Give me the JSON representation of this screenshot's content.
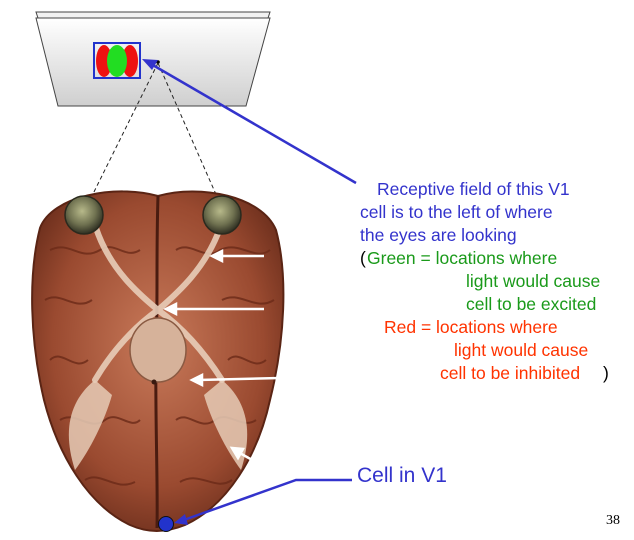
{
  "annotation": {
    "line1": "Receptive field of this V1",
    "line2": "cell is to the left of where",
    "line3": "the eyes are looking",
    "open_paren": "(",
    "green_line1": "Green = locations where",
    "green_line2": "light would cause",
    "green_line3": "cell to be excited",
    "red_line1": "Red = locations where",
    "red_line2": "light would cause",
    "red_line3": "cell to be inhibited",
    "close_paren": ")"
  },
  "cell_label": "Cell in V1",
  "page_number": "38",
  "colors": {
    "annotation_blue": "#3333cc",
    "excitatory_green": "#22dd22",
    "inhibitory_red": "#ee1111",
    "green_text": "#1a9a1a",
    "red_text": "#ff3300",
    "cell_marker": "#2233cc"
  }
}
